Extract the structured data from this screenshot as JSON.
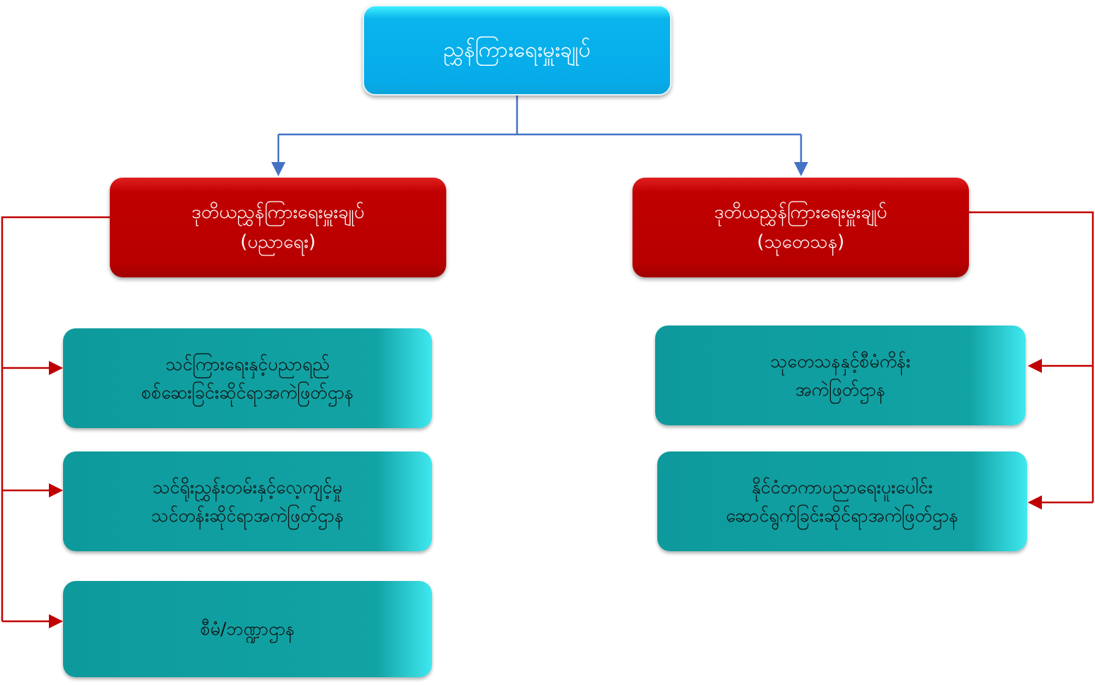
{
  "director_general": {
    "title": "ညွှန်ကြားရေးမှူးချုပ်"
  },
  "deputies": [
    {
      "title": "ဒုတိယညွှန်ကြားရေးမှူးချုပ်",
      "subtitle": "(ပညာရေး)"
    },
    {
      "title": "ဒုတိယညွှန်ကြားရေးမှူးချုပ်",
      "subtitle": "(သုတေသန)"
    }
  ],
  "education_departments": [
    {
      "line1": "သင်ကြားရေးနှင့်ပညာရည်",
      "line2": "စစ်ဆေးခြင်းဆိုင်ရာအကဲဖြတ်ဌာန"
    },
    {
      "line1": "သင်ရိုးညွှန်းတမ်းနှင့်လေ့ကျင့်မှု",
      "line2": "သင်တန်းဆိုင်ရာအကဲဖြတ်ဌာန"
    },
    {
      "line1": "စီမံ/ဘဏ္ဍာဌာန"
    }
  ],
  "research_departments": [
    {
      "line1": "သုတေသနနှင့်စီမံကိန်း",
      "line2": "အကဲဖြတ်ဌာန"
    },
    {
      "line1": "နိုင်ငံတကာပညာရေးပူးပေါင်း",
      "line2": "ဆောင်ရွက်ခြင်းဆိုင်ရာအကဲဖြတ်ဌာန"
    }
  ],
  "colors": {
    "top": "#06acea",
    "deputy": "#c00000",
    "department": "#12a3a5",
    "blue_connector": "#4472c4",
    "red_connector": "#c00000"
  }
}
